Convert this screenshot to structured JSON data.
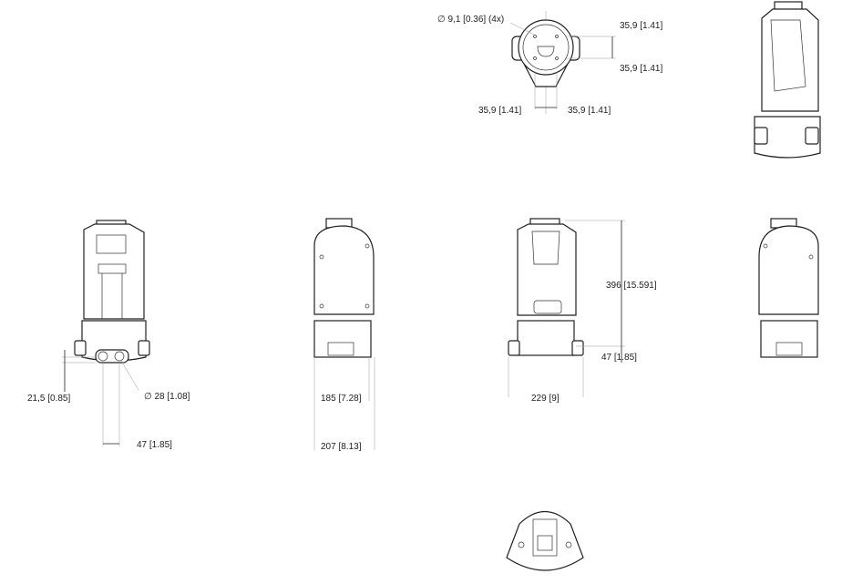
{
  "title": "PTZ camera dimensional drawing",
  "views": [
    "top-view",
    "isometric-view",
    "front-view",
    "side-view-left",
    "rear-view",
    "side-view-right",
    "bottom-view"
  ],
  "dimensions": {
    "hole_dia": "∅ 9,1   [0.36] (4x)",
    "top_v1": "35,9   [1.41]",
    "top_v2": "35,9   [1.41]",
    "top_h1": "35,9   [1.41]",
    "top_h2": "35,9   [1.41]",
    "front_offset": "21,5   [0.85]",
    "connector_dia": "∅ 28   [1.08]",
    "connector_spacing": "47   [1.85]",
    "side_base_width": "185   [7.28]",
    "side_total_width": "207   [8.13]",
    "rear_width": "229   [9]",
    "rear_height": "396   [15.591]",
    "rear_base_height": "47   [1.85]"
  }
}
